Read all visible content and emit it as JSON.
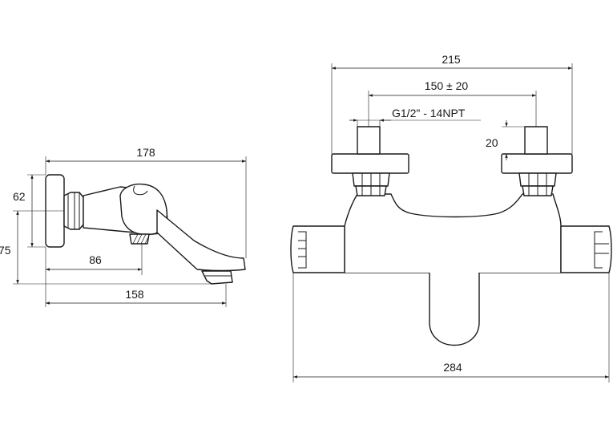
{
  "side_view": {
    "dims": {
      "overall_depth": "178",
      "height_small": "62",
      "height_large": "75",
      "knob_offset": "86",
      "spout_reach": "158"
    }
  },
  "front_view": {
    "dims": {
      "width_top": "215",
      "connection_spacing": "150 ± 20",
      "thread": "G1/2\" - 14NPT",
      "inlet": "20",
      "width_bottom": "284"
    }
  }
}
